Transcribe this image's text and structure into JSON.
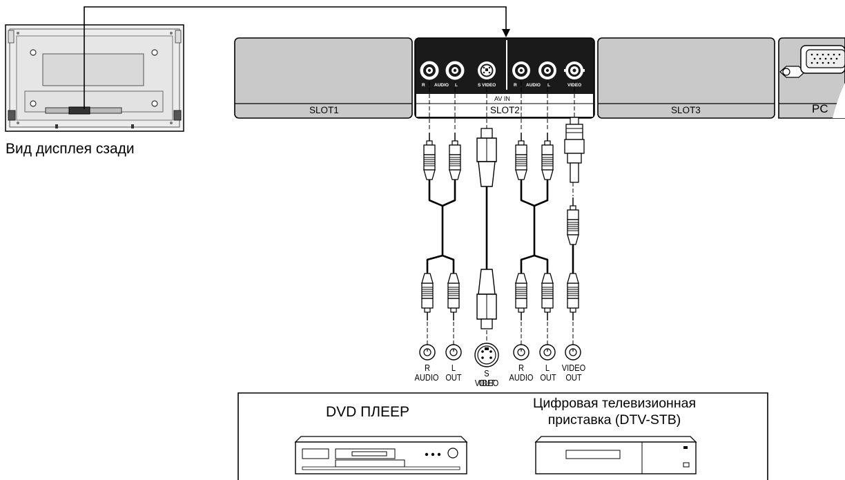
{
  "rear_view_caption": "Вид дисплея сзади",
  "slots": {
    "slot1": "SLOT1",
    "slot2": "SLOT2",
    "slot3": "SLOT3",
    "pc": "PC"
  },
  "panel_labels": {
    "r1": "R",
    "audio1": "AUDIO",
    "l1": "L",
    "svideo": "S VIDEO",
    "r2": "R",
    "audio2": "AUDIO",
    "l2": "L",
    "video": "VIDEO",
    "av_in": "AV IN"
  },
  "output_labels": {
    "r1": "R",
    "audio1": "AUDIO",
    "l1": "L",
    "out1": "OUT",
    "svideo_top": "S VIDEO",
    "svideo_bottom": "OUT",
    "r2": "R",
    "audio2": "AUDIO",
    "l2": "L",
    "out2": "OUT",
    "video_top": "VIDEO",
    "video_bottom": "OUT"
  },
  "devices": {
    "dvd": "DVD ПЛЕЕР",
    "stb_line1": "Цифровая телевизионная",
    "stb_line2": "приставка (DTV-STB)"
  },
  "colors": {
    "panel_black": "#1a1a1a",
    "slot_fill": "#c9c9c9",
    "cable": "#000000"
  }
}
